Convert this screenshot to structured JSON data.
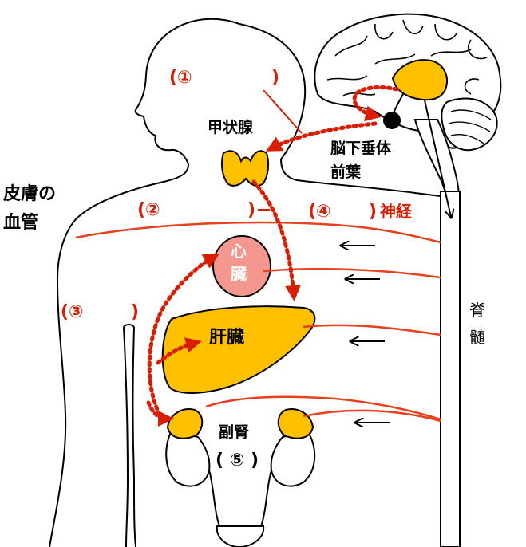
{
  "labels": {
    "thyroid": "甲状腺",
    "pituitary_line1": "脳下垂体",
    "pituitary_line2": "前葉",
    "skin_line1": "皮膚の",
    "skin_line2": "血管",
    "heart_line1": "心",
    "heart_line2": "臓",
    "liver": "肝臓",
    "adrenal": "副腎",
    "nerve": "神経",
    "spine_line1": "脊",
    "spine_line2": "髄"
  },
  "blanks": {
    "b1_open": "(①",
    "b1_close": ")",
    "b2_open": "(②",
    "b2_close": ")",
    "b3_open": "(③",
    "b3_close": ")",
    "b4_open": "(④",
    "b4_close": ")",
    "b5": "( ⑤ )"
  },
  "colors": {
    "accent_red": "#d81e05",
    "nerve_line": "#e8401c",
    "organ_yellow": "#ffc000",
    "heart_pink": "#f4978e",
    "outline": "#000000"
  }
}
